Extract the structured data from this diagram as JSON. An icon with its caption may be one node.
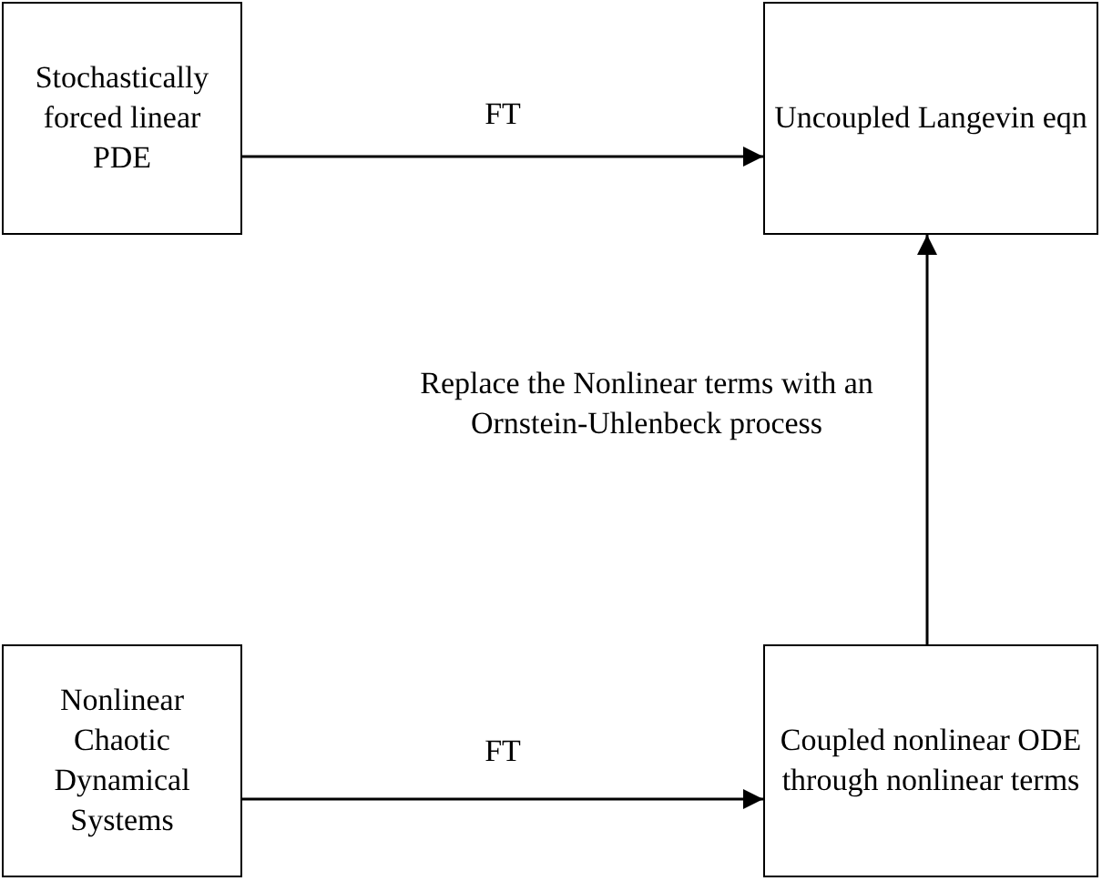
{
  "diagram": {
    "nodes": [
      {
        "text": [
          "Stochastically forced linear PDE"
        ]
      },
      {
        "text": [
          "Uncoupled Langevin eqn"
        ]
      },
      {
        "text": [
          "Nonlinear Chaotic Dynamical Systems"
        ]
      },
      {
        "text": [
          "Coupled nonlinear ODE through nonlinear terms"
        ]
      }
    ],
    "edges": [
      {
        "from": 0,
        "to": 1,
        "arrow": "to",
        "label": "FT"
      },
      {
        "from": 3,
        "to": 1,
        "arrow": "to",
        "label": "Replace the Nonlinear terms with an Ornstein-Uhlenbeck process"
      },
      {
        "from": 2,
        "to": 3,
        "arrow": "to",
        "label": "FT"
      }
    ]
  }
}
